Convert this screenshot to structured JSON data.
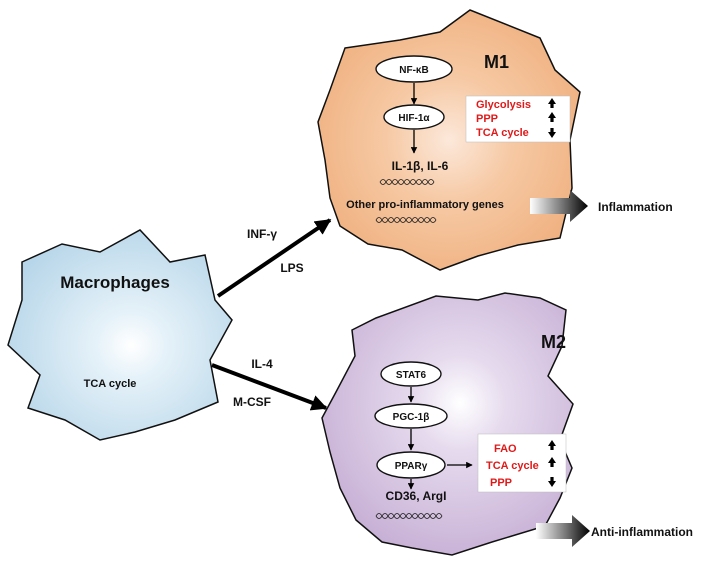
{
  "macrophage": {
    "title": "Macrophages",
    "sub": "TCA cycle"
  },
  "m1": {
    "title": "M1",
    "nodes": [
      "NF-κB",
      "HIF-1α"
    ],
    "output": "IL-1β, IL-6",
    "genes": "Other pro-inflammatory genes",
    "box": [
      "Glycolysis",
      "PPP",
      "TCA cycle"
    ],
    "outcome": "Inflammation"
  },
  "m2": {
    "title": "M2",
    "nodes": [
      "STAT6",
      "PGC-1β",
      "PPARγ"
    ],
    "output": "CD36, ArgI",
    "box": [
      "FAO",
      "TCA cycle",
      "PPP"
    ],
    "outcome": "Anti-inflammation"
  },
  "stimuli": {
    "m1_top": "INF-γ",
    "m1_bottom": "LPS",
    "m2_top": "IL-4",
    "m2_bottom": "M-CSF"
  },
  "colors": {
    "macrophage": "#bcd9ea",
    "m1": "#f1b586",
    "m2": "#cdb7d9",
    "accent_red": "#e01a1a"
  },
  "icons": {
    "up": "arrow-up-icon",
    "down": "arrow-down-icon"
  }
}
